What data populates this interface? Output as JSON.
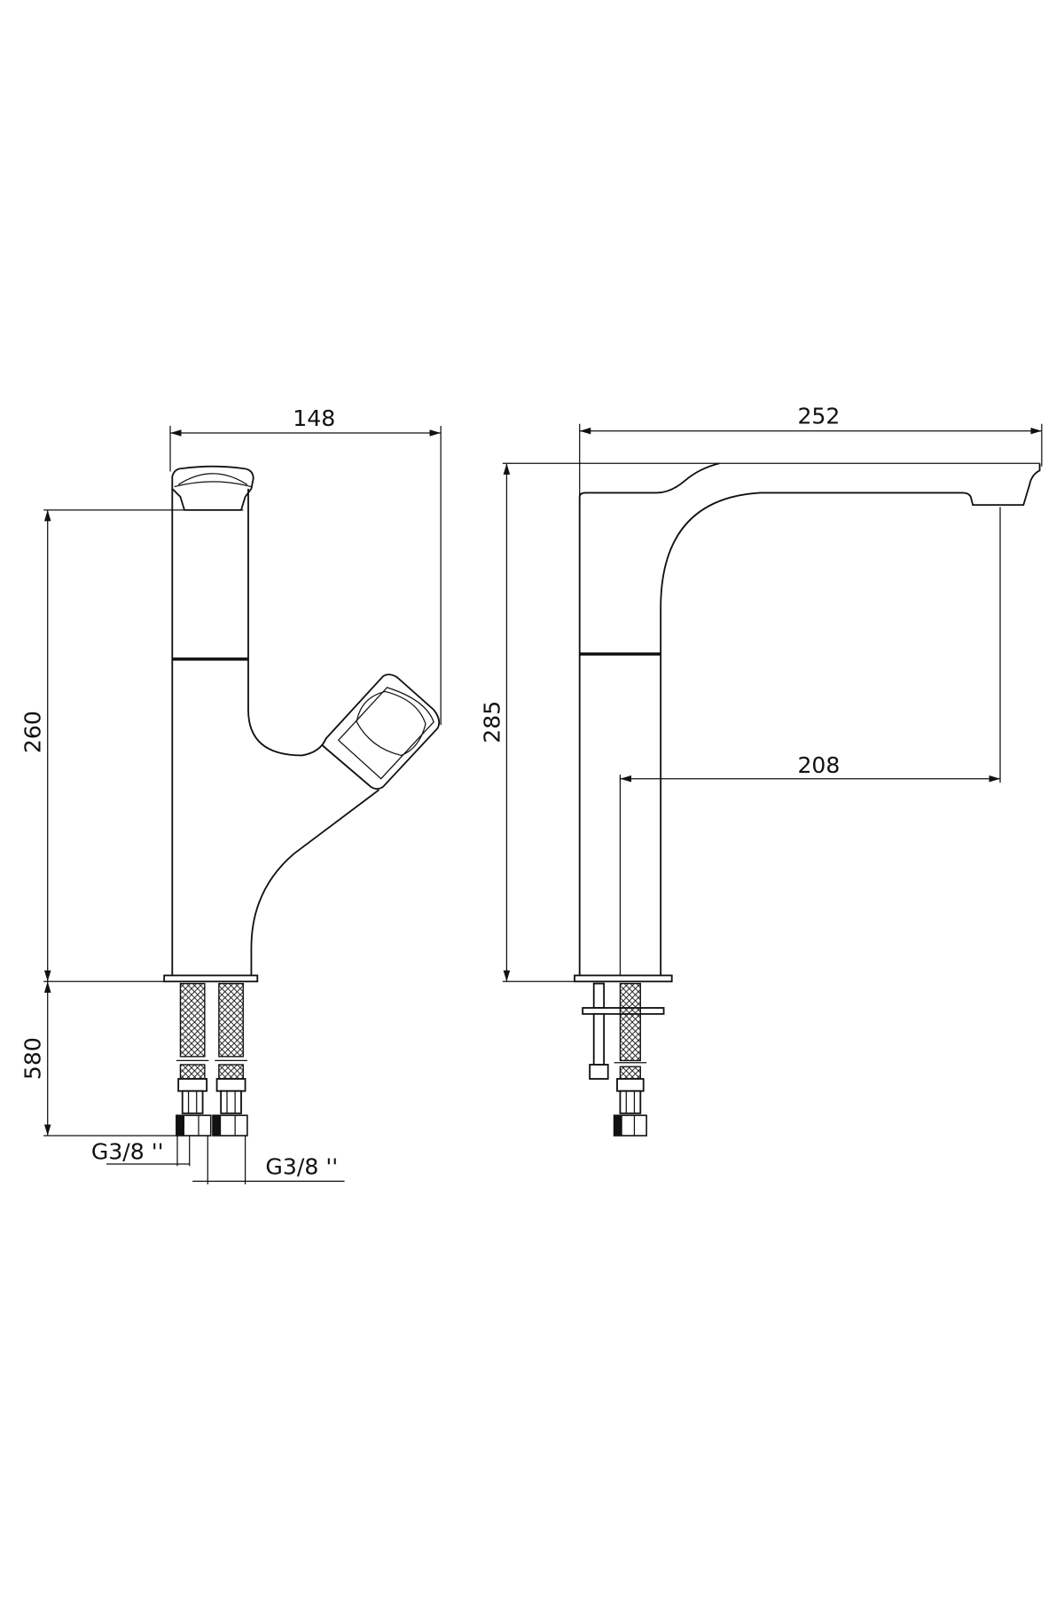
{
  "drawing": {
    "front_view": {
      "width_label": "148",
      "height_label": "260",
      "hose_length_label": "580",
      "thread_label_left": "G3/8 ''",
      "thread_label_right": "G3/8 ''"
    },
    "side_view": {
      "reach_total_label": "252",
      "height_label": "285",
      "reach_label": "208"
    },
    "colors": {
      "line": "#111111",
      "background": "#ffffff"
    }
  }
}
